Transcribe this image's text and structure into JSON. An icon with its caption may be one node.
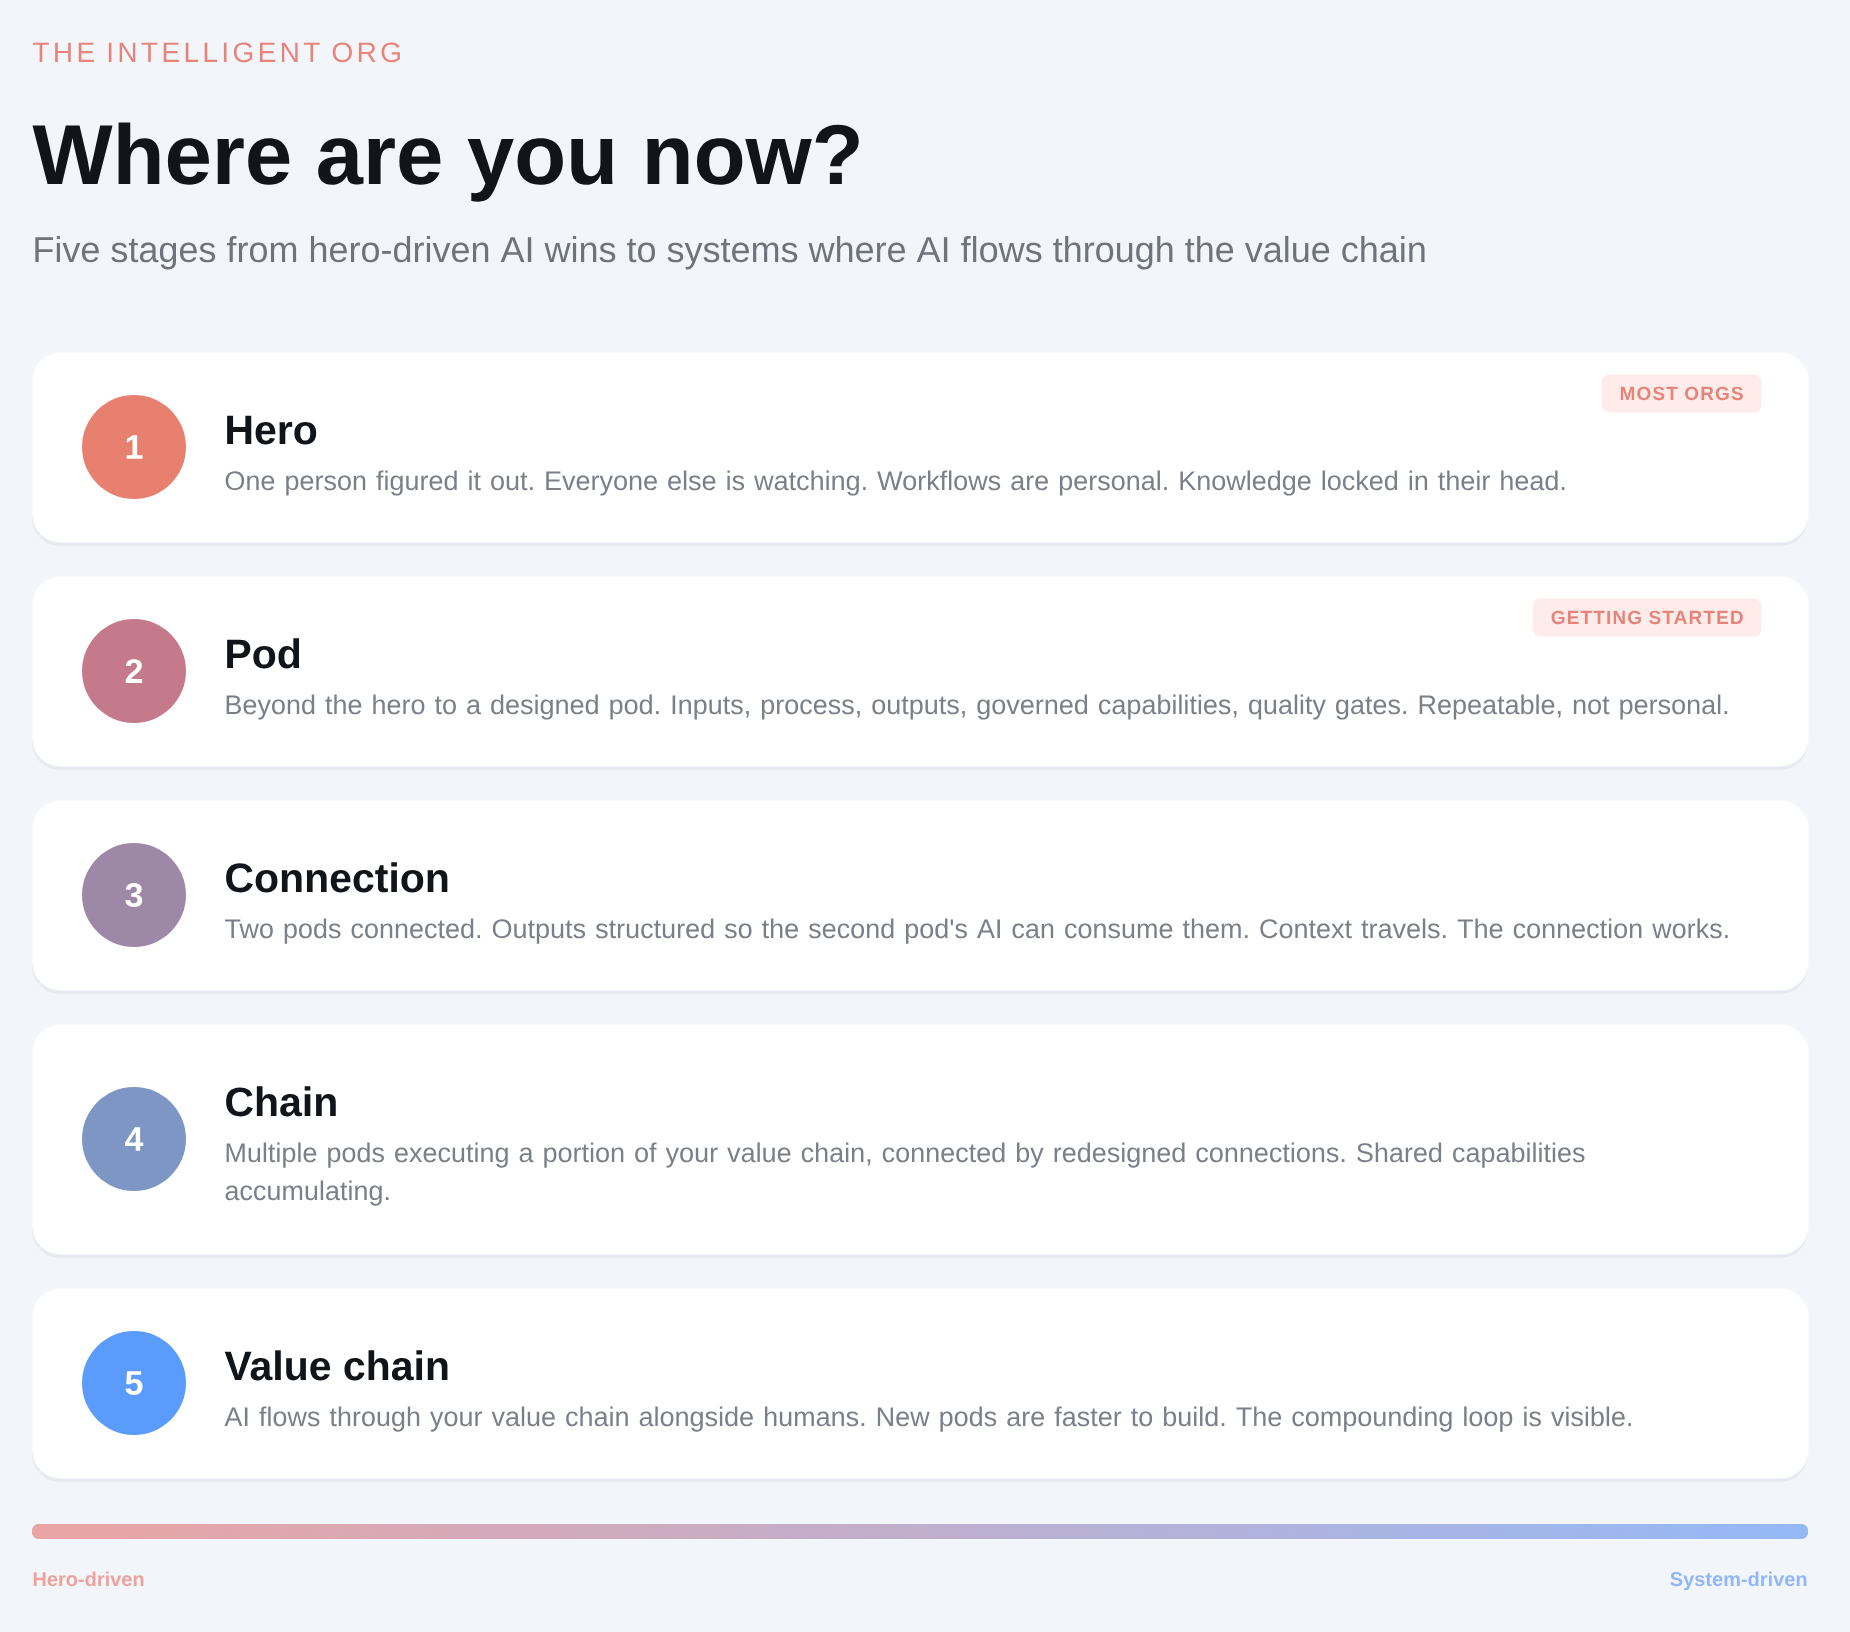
{
  "diagram": {
    "title": "Where are you now?",
    "nodes": [
      {
        "text": [
          "Hero",
          "One person figured it out. Everyone else is watching. Workflows are personal. Knowledge locked in their head."
        ]
      },
      {
        "text": [
          "1"
        ],
        "in": 0
      },
      {
        "text": [
          "MOST ORGS"
        ],
        "in": 0
      },
      {
        "text": [
          "Pod",
          "Beyond the hero to a designed pod. Inputs, process, outputs, governed capabilities, quality gates. Repeatable, not personal."
        ]
      },
      {
        "text": [
          "2"
        ],
        "in": 3
      },
      {
        "text": [
          "GETTING STARTED"
        ],
        "in": 3
      },
      {
        "text": [
          "Connection",
          "Two pods connected. Outputs structured so the second pod's AI can consume them. Context travels. The connection works."
        ]
      },
      {
        "text": [
          "3"
        ],
        "in": 6
      },
      {
        "text": [
          "Chain",
          "Multiple pods executing a portion of your value chain, connected by redesigned connections. Shared capabilities accumulating."
        ]
      },
      {
        "text": [
          "4"
        ],
        "in": 8
      },
      {
        "text": [
          "Value chain",
          "AI flows through your value chain alongside humans. New pods are faster to build. The compounding loop is visible."
        ]
      },
      {
        "text": [
          "5"
        ],
        "in": 10
      }
    ],
    "labels": [
      "THE INTELLIGENT ORG",
      "Five stages from hero-driven AI wins to systems where AI flows through the value chain",
      "Hero-driven",
      "System-driven"
    ]
  }
}
